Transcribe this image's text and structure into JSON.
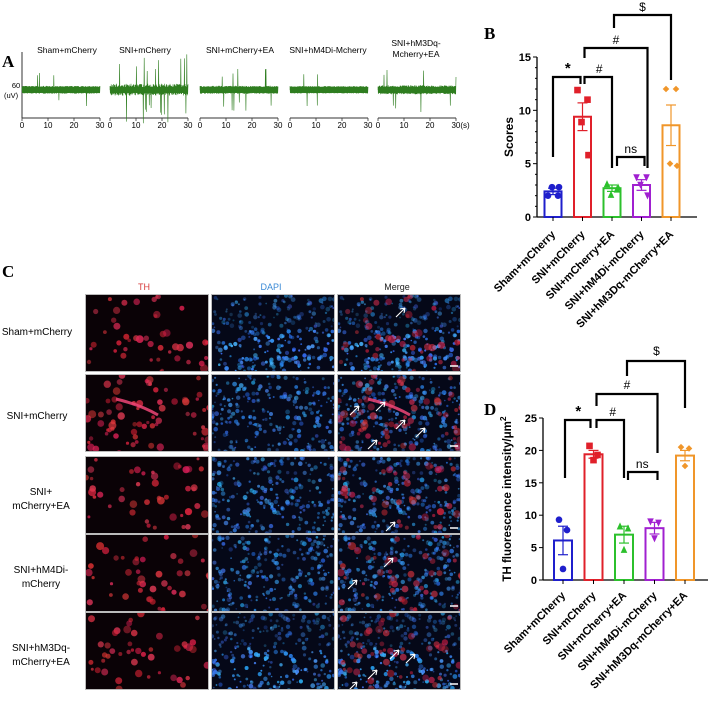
{
  "panels": {
    "A": {
      "letter": "A",
      "scale_label_value": "60",
      "scale_label_unit": "(uV)",
      "time_unit": "(s)",
      "x_ticks": [
        "0",
        "10",
        "20",
        "30"
      ],
      "traces": [
        {
          "title": "Sham+mCherry",
          "amplitude": 0.18,
          "spikes": 0.25
        },
        {
          "title": "SNI+mCherry",
          "amplitude": 0.55,
          "spikes": 1.0
        },
        {
          "title": "SNI+mCherry+EA",
          "amplitude": 0.2,
          "spikes": 0.5
        },
        {
          "title": "SNI+hM4Di-Mcherry",
          "amplitude": 0.15,
          "spikes": 0.3
        },
        {
          "title_line1": "SNI+hM3Dq-",
          "title_line2": "Mcherry+EA",
          "title": "SNI+hM3Dq-Mcherry+EA",
          "amplitude": 0.3,
          "spikes": 0.6
        }
      ],
      "trace_color": "#2e7d1f"
    },
    "B": {
      "letter": "B"
    },
    "C": {
      "letter": "C",
      "columns": [
        "TH",
        "DAPI",
        "Merge"
      ],
      "column_colors": [
        "#d63a3a",
        "#3a8ad6",
        "#222222"
      ],
      "rows": [
        {
          "line1": "Sham+mCherry",
          "line2": ""
        },
        {
          "line1": "SNI+mCherry",
          "line2": ""
        },
        {
          "line1": "SNI+",
          "line2": "mCherry+EA"
        },
        {
          "line1": "SNI+hM4Di-",
          "line2": "mCherry"
        },
        {
          "line1": "SNI+hM3Dq-",
          "line2": "mCherry+EA"
        }
      ]
    },
    "D": {
      "letter": "D"
    }
  },
  "chart_data": [
    {
      "id": "B",
      "type": "bar",
      "title": "",
      "xlabel": "",
      "ylabel": "Scores",
      "ylim": [
        0,
        15
      ],
      "yticks": [
        0,
        5,
        10,
        15
      ],
      "categories": [
        "Sham+mCherry",
        "SNI+mCherry",
        "SNI+mCherry+EA",
        "SNI+hM4Di-mCherry",
        "SNI+hM3Dq-mCherry+EA"
      ],
      "colors": [
        "#1f1fcc",
        "#e0202a",
        "#2cc02c",
        "#a020d0",
        "#f0962a"
      ],
      "markers": [
        "circle",
        "square",
        "triangle-up",
        "triangle-down",
        "diamond"
      ],
      "values": [
        2.4,
        9.4,
        2.7,
        3.0,
        8.6
      ],
      "sem": [
        0.3,
        1.3,
        0.3,
        0.5,
        1.9
      ],
      "points": [
        [
          2.0,
          2.0,
          2.8,
          2.8
        ],
        [
          11.9,
          11.0,
          8.9,
          5.8
        ],
        [
          3.1,
          2.6,
          2.1,
          2.8
        ],
        [
          3.7,
          3.7,
          3.0,
          2.0
        ],
        [
          12.0,
          12.0,
          5.0,
          4.8
        ]
      ],
      "significance": [
        {
          "from": 0,
          "to": 1,
          "label": "*"
        },
        {
          "from": 1,
          "to": 2,
          "label": "#"
        },
        {
          "from": 2,
          "to": 3,
          "label": "ns"
        },
        {
          "from": 1,
          "to": 3,
          "label": "#"
        },
        {
          "from": 2,
          "to": 4,
          "label": "$"
        }
      ]
    },
    {
      "id": "D",
      "type": "bar",
      "title": "",
      "xlabel": "",
      "ylabel": "TH fluorescence intensity/μm²",
      "ylim": [
        0,
        25
      ],
      "yticks": [
        0,
        5,
        10,
        15,
        20,
        25
      ],
      "categories": [
        "Sham+mCherry",
        "SNI+mCherry",
        "SNI+mCherry+EA",
        "SNI+hM4Di-mCherry",
        "SNI+hM3Dq-mCherry+EA"
      ],
      "colors": [
        "#1f1fcc",
        "#e0202a",
        "#2cc02c",
        "#a020d0",
        "#f0962a"
      ],
      "markers": [
        "circle",
        "square",
        "triangle-up",
        "triangle-down",
        "diamond"
      ],
      "values": [
        6.1,
        19.4,
        7.0,
        8.0,
        19.2
      ],
      "sem": [
        2.2,
        0.6,
        1.3,
        0.9,
        0.8
      ],
      "points": [
        [
          9.3,
          7.7,
          1.7
        ],
        [
          20.7,
          19.3,
          18.5
        ],
        [
          8.3,
          8.0,
          4.7
        ],
        [
          9.0,
          8.8,
          6.4
        ],
        [
          20.5,
          20.3,
          17.6
        ]
      ],
      "significance": [
        {
          "from": 0,
          "to": 1,
          "label": "*"
        },
        {
          "from": 1,
          "to": 2,
          "label": "#"
        },
        {
          "from": 2,
          "to": 3,
          "label": "ns"
        },
        {
          "from": 1,
          "to": 3,
          "label": "#"
        },
        {
          "from": 2,
          "to": 4,
          "label": "$"
        }
      ]
    }
  ]
}
